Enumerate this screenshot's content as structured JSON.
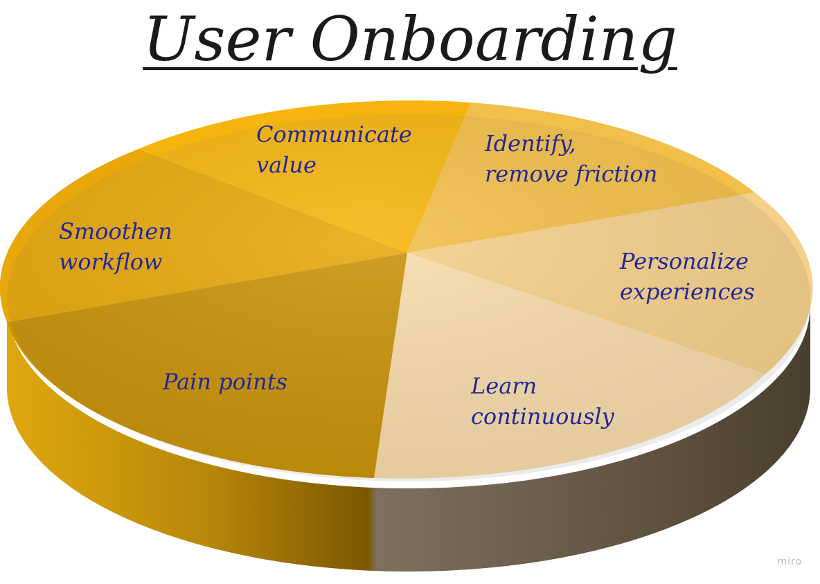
{
  "title": "User Onboarding",
  "segments": [
    {
      "label": [
        "Communicate",
        "value"
      ],
      "color": "#f6b50e"
    },
    {
      "label": [
        "Identify,",
        "remove friction"
      ],
      "color": "#f2c04a"
    },
    {
      "label": [
        "Personalize",
        "experiences"
      ],
      "color": "#f5d08a"
    },
    {
      "label": [
        "Learn",
        "continuously"
      ],
      "color": "#f7dcab"
    },
    {
      "label": [
        "Pain points"
      ],
      "color": "#c99309"
    },
    {
      "label": [
        "Smoothen",
        "workflow"
      ],
      "color": "#e8a80c"
    }
  ],
  "watermark": "miro"
}
